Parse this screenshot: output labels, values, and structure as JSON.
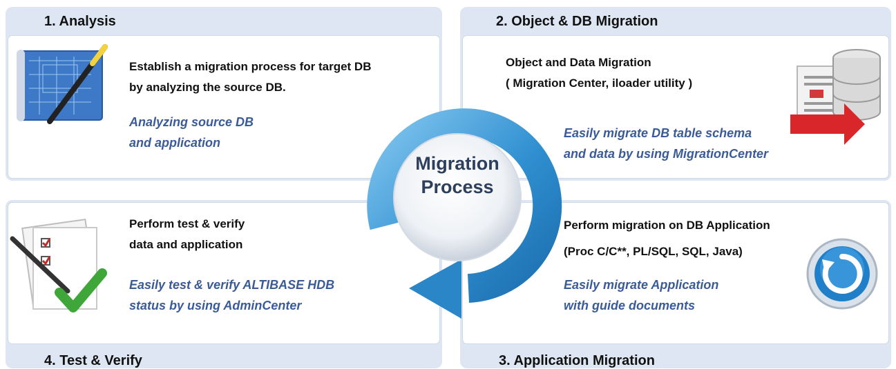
{
  "center": {
    "line1": "Migration",
    "line2": "Process"
  },
  "quadrants": {
    "analysis": {
      "title": "1. Analysis",
      "desc": [
        "Establish a migration process for target DB",
        "by analyzing the source DB."
      ],
      "note": [
        "Analyzing source DB",
        "and application"
      ]
    },
    "object_db": {
      "title": "2. Object & DB Migration",
      "desc": [
        "Object and Data Migration",
        "( Migration Center, iloader utility )"
      ],
      "note": [
        "Easily migrate DB table schema",
        "and data by using MigrationCenter"
      ]
    },
    "application": {
      "title": "3. Application  Migration",
      "desc": [
        "Perform migration on DB Application",
        "(Proc C/C**, PL/SQL, SQL, Java)"
      ],
      "note": [
        "Easily migrate Application",
        "with guide documents"
      ]
    },
    "test_verify": {
      "title": "4. Test & Verify",
      "desc": [
        "Perform test & verify",
        "data and application"
      ],
      "note": [
        "Easily test & verify ALTIBASE HDB",
        "status by using AdminCenter"
      ]
    }
  },
  "icons": [
    "blueprint-icon",
    "database-migration-icon",
    "refresh-icon",
    "checklist-icon"
  ],
  "colors": {
    "panel": "#dde6f2",
    "arrow": "#2f8fd0",
    "note": "#3a5b98",
    "title": "#111111"
  }
}
